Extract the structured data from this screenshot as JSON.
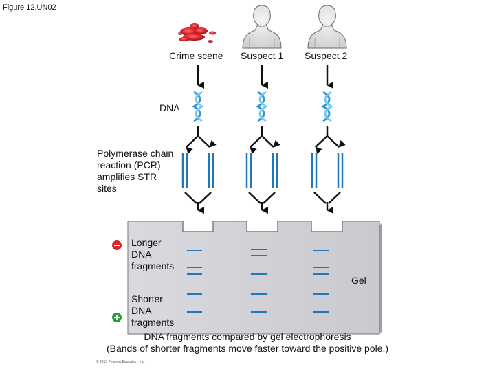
{
  "figure_label": "Figure 12.UN02",
  "sources": {
    "crime_scene": "Crime scene",
    "suspect_1": "Suspect 1",
    "suspect_2": "Suspect 2"
  },
  "labels": {
    "dna": "DNA",
    "pcr": [
      "Polymerase chain",
      "reaction (PCR)",
      "amplifies STR",
      "sites"
    ],
    "longer": [
      "Longer",
      "DNA",
      "fragments"
    ],
    "shorter": [
      "Shorter",
      "DNA",
      "fragments"
    ],
    "gel": "Gel",
    "caption_1": "DNA fragments compared by gel electrophoresis",
    "caption_2": "(Bands of shorter fragments move faster toward the positive pole.)",
    "copyright": "© 2013 Pearson Education, Inc."
  },
  "poles": {
    "negative": "–",
    "positive": "+"
  },
  "icons": [
    "blood-stain-icon",
    "person-icon",
    "dna-helix-icon",
    "minus-electrode-icon",
    "plus-electrode-icon"
  ],
  "colors": {
    "dna": "#2a9ad6",
    "band": "#1f78b8",
    "blood": "#d8262b",
    "gel": "#cfcfd4",
    "negative": "#d8262b",
    "positive": "#2a9a3a"
  }
}
